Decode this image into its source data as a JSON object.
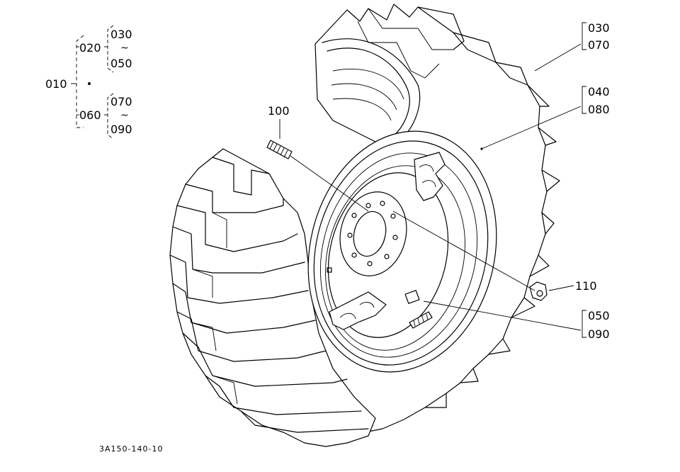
{
  "tree": {
    "root": "010",
    "branch_a": "020",
    "branch_a_from": "030",
    "branch_a_to": "050",
    "branch_b": "060",
    "branch_b_from": "070",
    "branch_b_to": "090",
    "range_mark": "~"
  },
  "callouts": {
    "tire_a": "030",
    "tire_b": "070",
    "rim_a": "040",
    "rim_b": "080",
    "stud": "100",
    "nut": "110",
    "valve_a": "050",
    "valve_b": "090"
  },
  "drawing_code": "3A150-140-10"
}
